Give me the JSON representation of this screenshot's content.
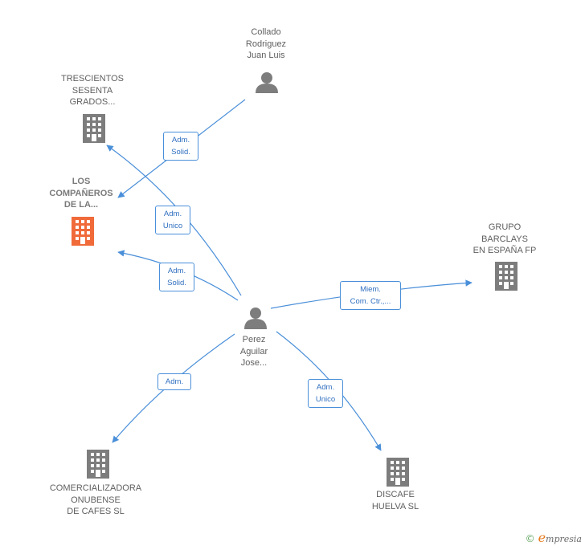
{
  "colors": {
    "edge": "#4a8fd9",
    "building": "#7d7d7d",
    "building_highlight": "#f06a3a",
    "person": "#7d7d7d"
  },
  "nodes": {
    "collado": {
      "type": "person",
      "lines": [
        "Collado",
        "Rodriguez",
        "Juan Luis"
      ]
    },
    "trescientos": {
      "type": "company",
      "lines": [
        "TRESCIENTOS",
        "SESENTA",
        "GRADOS..."
      ]
    },
    "companeros": {
      "type": "company",
      "highlight": true,
      "lines": [
        "LOS",
        "COMPAÑEROS",
        "DE LA..."
      ]
    },
    "barclays": {
      "type": "company",
      "lines": [
        "GRUPO",
        "BARCLAYS",
        "EN ESPAÑA FP"
      ]
    },
    "perez": {
      "type": "person",
      "lines": [
        "Perez",
        "Aguilar",
        "Jose..."
      ]
    },
    "comercializadora": {
      "type": "company",
      "lines": [
        "COMERCIALIZADORA",
        "ONUBENSE",
        "DE CAFES  SL"
      ]
    },
    "discafe": {
      "type": "company",
      "lines": [
        "DISCAFE",
        "HUELVA SL"
      ]
    }
  },
  "edges": [
    {
      "id": "collado-companeros",
      "lines": [
        "Adm.",
        "Solid."
      ]
    },
    {
      "id": "perez-trescientos",
      "lines": [
        "Adm.",
        "Unico"
      ]
    },
    {
      "id": "perez-companeros",
      "lines": [
        "Adm.",
        "Solid."
      ]
    },
    {
      "id": "perez-barclays",
      "lines": [
        "Miem.",
        "Com. Ctr.,..."
      ]
    },
    {
      "id": "perez-comercializadora",
      "lines": [
        "Adm."
      ]
    },
    {
      "id": "perez-discafe",
      "lines": [
        "Adm.",
        "Unico"
      ]
    }
  ],
  "footer": {
    "copyright": "©",
    "brand_initial": "e",
    "brand_rest": "mpresia"
  }
}
